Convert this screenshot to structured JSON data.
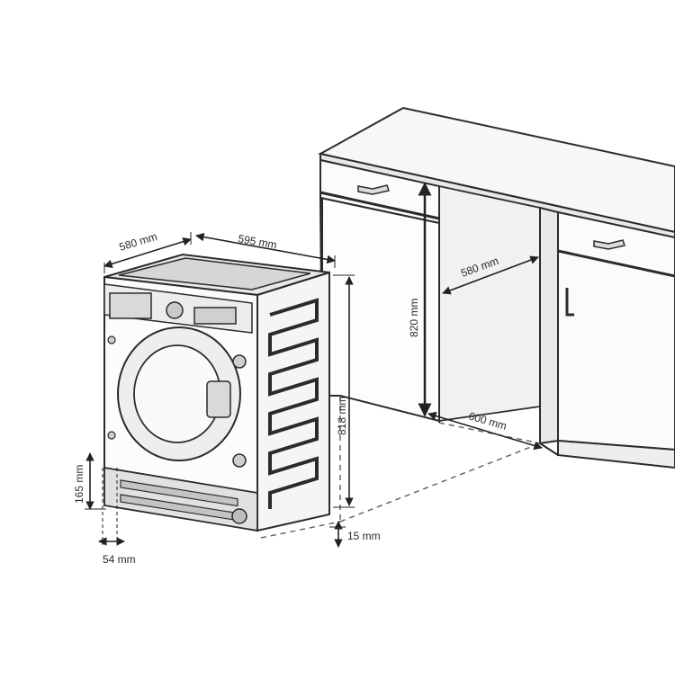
{
  "dimensions": {
    "depth_top": "580 mm",
    "width_top": "595 mm",
    "niche_height": "820 mm",
    "niche_depth": "580 mm",
    "niche_width": "600 mm",
    "machine_height": "818 mm",
    "plinth_height": "165 mm",
    "plinth_depth": "54 mm",
    "floor_gap": "15 mm"
  },
  "colors": {
    "line": "#2b2b2b",
    "dim": "#222222",
    "fill_light": "#f4f4f4",
    "fill_mid": "#dcdcdc",
    "fill_dark": "#bdbdbd"
  }
}
